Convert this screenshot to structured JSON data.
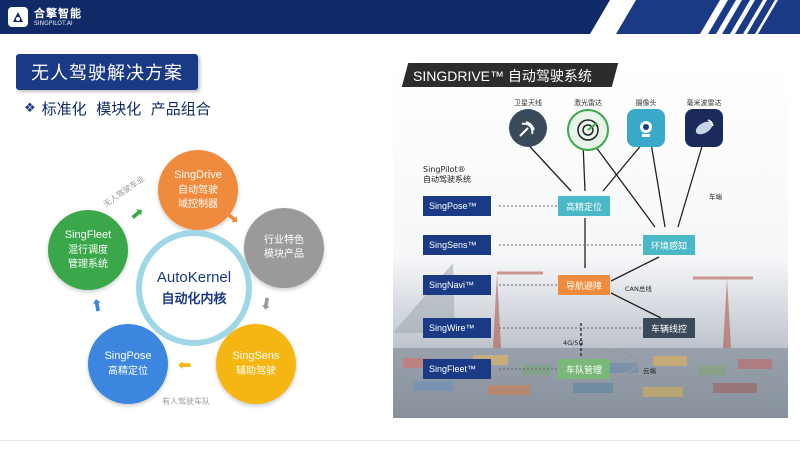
{
  "logo": {
    "cn": "合擎智能",
    "en": "SINGPILOT.AI"
  },
  "title": "无人驾驶解决方案",
  "subtitle": {
    "bullet": "❖",
    "text": "标准化  模块化  产品组合"
  },
  "cycle": {
    "singdrive": {
      "name": "SingDrive",
      "line1": "自动驾驶",
      "line2": "域控制器"
    },
    "feature": {
      "line1": "行业特色",
      "line2": "模块产品"
    },
    "singsens": {
      "name": "SingSens",
      "line1": "辅助驾驶"
    },
    "singpose": {
      "name": "SingPose",
      "line1": "高精定位"
    },
    "singfleet": {
      "name": "SingFleet",
      "line1": "混行调度",
      "line2": "管理系统"
    },
    "core": {
      "en": "AutoKernel",
      "cn": "自动化内核"
    },
    "arc_top": "无人驾驶车业",
    "arc_bottom": "有人驾驶车队",
    "colors": {
      "singdrive": "#f08a3c",
      "feature": "#9a9a9a",
      "singsens": "#f5b614",
      "singpose": "#3d86e0",
      "singfleet": "#3aa84a"
    }
  },
  "system": {
    "title": "SINGDRIVE™ 自动驾驶系统",
    "sensors": [
      {
        "label": "卫星天线"
      },
      {
        "label": "激光雷达"
      },
      {
        "label": "摄像头"
      },
      {
        "label": "毫米波雷达"
      }
    ],
    "platform": {
      "line1": "SingPilot®",
      "line2": "自动驾驶系统"
    },
    "tags": [
      "SingPose™",
      "SingSens™",
      "SingNavi™",
      "SingWire™",
      "SingFleet™"
    ],
    "boxes": {
      "precise": "高精定位",
      "env": "环境感知",
      "nav": "导航避障",
      "control": "车辆线控",
      "fleet": "车队管理"
    },
    "notes": {
      "chassis": "车端",
      "can": "CAN总线",
      "net": "4G/5G",
      "cloud": "云端"
    }
  }
}
